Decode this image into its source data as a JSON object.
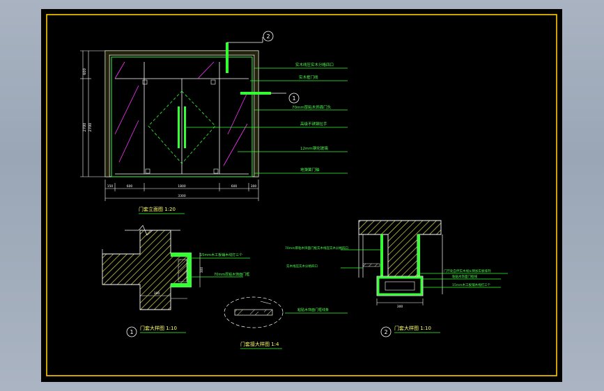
{
  "colors": {
    "background": "#000000",
    "frame": "#ffcc00",
    "primary_line": "#ffffff",
    "leader": "#00ff00",
    "hatch": "#ffff44",
    "accent": "#ff33ff",
    "dims": "#ffffff"
  },
  "elevation": {
    "title": "门套立面图 1:20",
    "callouts": [
      "实木线压实木分格四口",
      "实木框门线",
      "70mm厚粘木饰面门头",
      "高级不锈钢拉手",
      "12mm钢化玻璃",
      "地弹簧门轴"
    ],
    "bubble_1": "1",
    "bubble_2": "2",
    "dims_bottom": [
      "150",
      "600",
      "1800",
      "600",
      "300"
    ],
    "dim_total": "3300",
    "dims_left": [
      "600",
      "2700",
      "2700"
    ]
  },
  "detail_1": {
    "title": "门套大样图 1:10",
    "number": "1",
    "callouts": [
      "15mm木工板铺木线打三个",
      "70mm厚粘木饰面门框"
    ],
    "dims": [
      "300",
      "300"
    ]
  },
  "detail_joint": {
    "title": "门套接大样图 1:4",
    "callout": "粘贴木饰面门框线条"
  },
  "detail_2": {
    "title": "门套大样图 1:10",
    "number": "2",
    "callouts": [
      "70mm厚粘木饰面门框实木线压实木分格四口",
      "实木线压实木分格四口",
      "门厅处自然实木线从侧加实板排列",
      "粘贴木饰面门框线",
      "15mm木工板铺木线打三个"
    ],
    "dims": [
      "300"
    ]
  }
}
